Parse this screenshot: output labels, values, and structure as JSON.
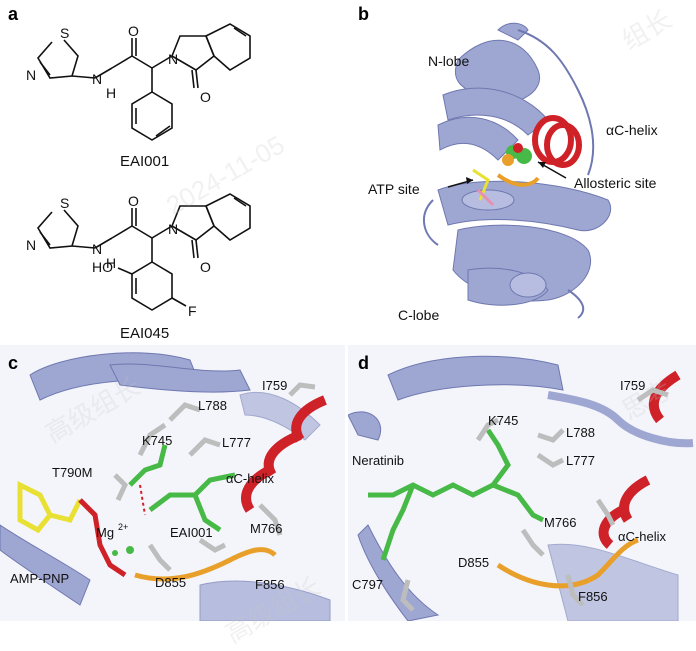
{
  "panels": {
    "a": {
      "letter": "a",
      "compounds": [
        {
          "name": "EAI001",
          "atoms": {
            "S": "S",
            "N1": "N",
            "NH_N": "N",
            "NH_H": "H",
            "N2": "N",
            "O1": "O",
            "O2": "O"
          }
        },
        {
          "name": "EAI045",
          "atoms": {
            "S": "S",
            "N1": "N",
            "NH_N": "N",
            "NH_H": "H",
            "N2": "N",
            "O1": "O",
            "O2": "O",
            "HO": "HO",
            "F": "F"
          }
        }
      ]
    },
    "b": {
      "letter": "b",
      "labels": {
        "n_lobe": "N-lobe",
        "c_lobe": "C-lobe",
        "ac_helix": "αC-helix",
        "atp_site": "ATP site",
        "allosteric_site": "Allosteric site"
      }
    },
    "c": {
      "letter": "c",
      "labels": {
        "i759": "I759",
        "l788": "L788",
        "k745": "K745",
        "l777": "L777",
        "t790m": "T790M",
        "ac_helix": "αC-helix",
        "mg": "Mg",
        "mg_charge": "2+",
        "eai001": "EAI001",
        "m766": "M766",
        "amp_pnp": "AMP-PNP",
        "d855": "D855",
        "f856": "F856"
      }
    },
    "d": {
      "letter": "d",
      "labels": {
        "i759": "I759",
        "k745": "K745",
        "l788": "L788",
        "neratinib": "Neratinib",
        "l777": "L777",
        "m766": "M766",
        "ac_helix": "αC-helix",
        "d855": "D855",
        "c797": "C797",
        "f856": "F856"
      }
    }
  },
  "watermark": {
    "lines": [
      "组长",
      "2024-11-05",
      "高级组长",
      "高级组长",
      "思考"
    ]
  },
  "colors": {
    "ribbon": "#9ea6d2",
    "ribbon_dark": "#6f78b0",
    "helix": "#cf2128",
    "loop": "#e8a02a",
    "ligand": "#47b947",
    "atp": "#e8e033",
    "protein_bg": "#c9cde6"
  }
}
